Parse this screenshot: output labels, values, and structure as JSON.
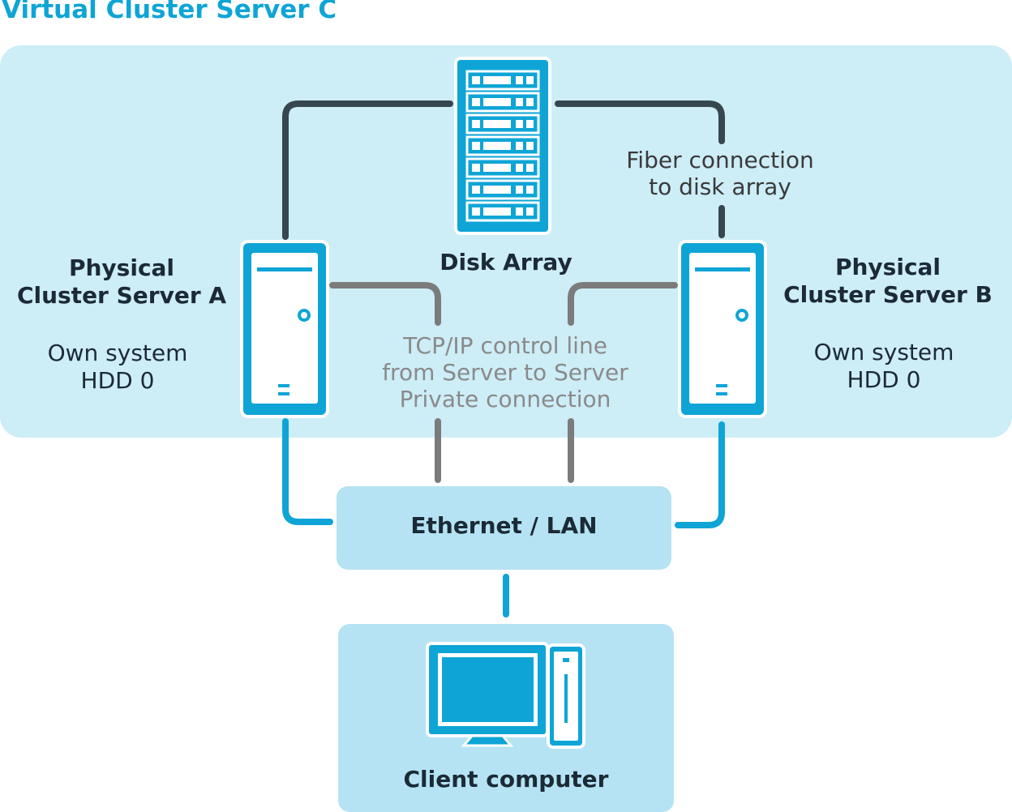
{
  "title": "Virtual Cluster Server C",
  "disk_array": {
    "label": "Disk Array"
  },
  "server_a": {
    "name_line1": "Physical",
    "name_line2": "Cluster Server A",
    "system_line1": "Own system",
    "system_line2": "HDD 0"
  },
  "server_b": {
    "name_line1": "Physical",
    "name_line2": "Cluster Server B",
    "system_line1": "Own system",
    "system_line2": "HDD 0"
  },
  "fiber": {
    "line1": "Fiber connection",
    "line2": "to disk array"
  },
  "tcpip": {
    "line1": "TCP/IP control line",
    "line2": "from Server to Server",
    "line3": "Private connection"
  },
  "lan": {
    "label": "Ethernet / LAN"
  },
  "client": {
    "label": "Client computer"
  },
  "colors": {
    "accent": "#0ea5d6",
    "fiber": "#37474f",
    "tcpip": "#7b7b7b",
    "panel": "#cdedf7",
    "box": "#b5e3f3"
  }
}
